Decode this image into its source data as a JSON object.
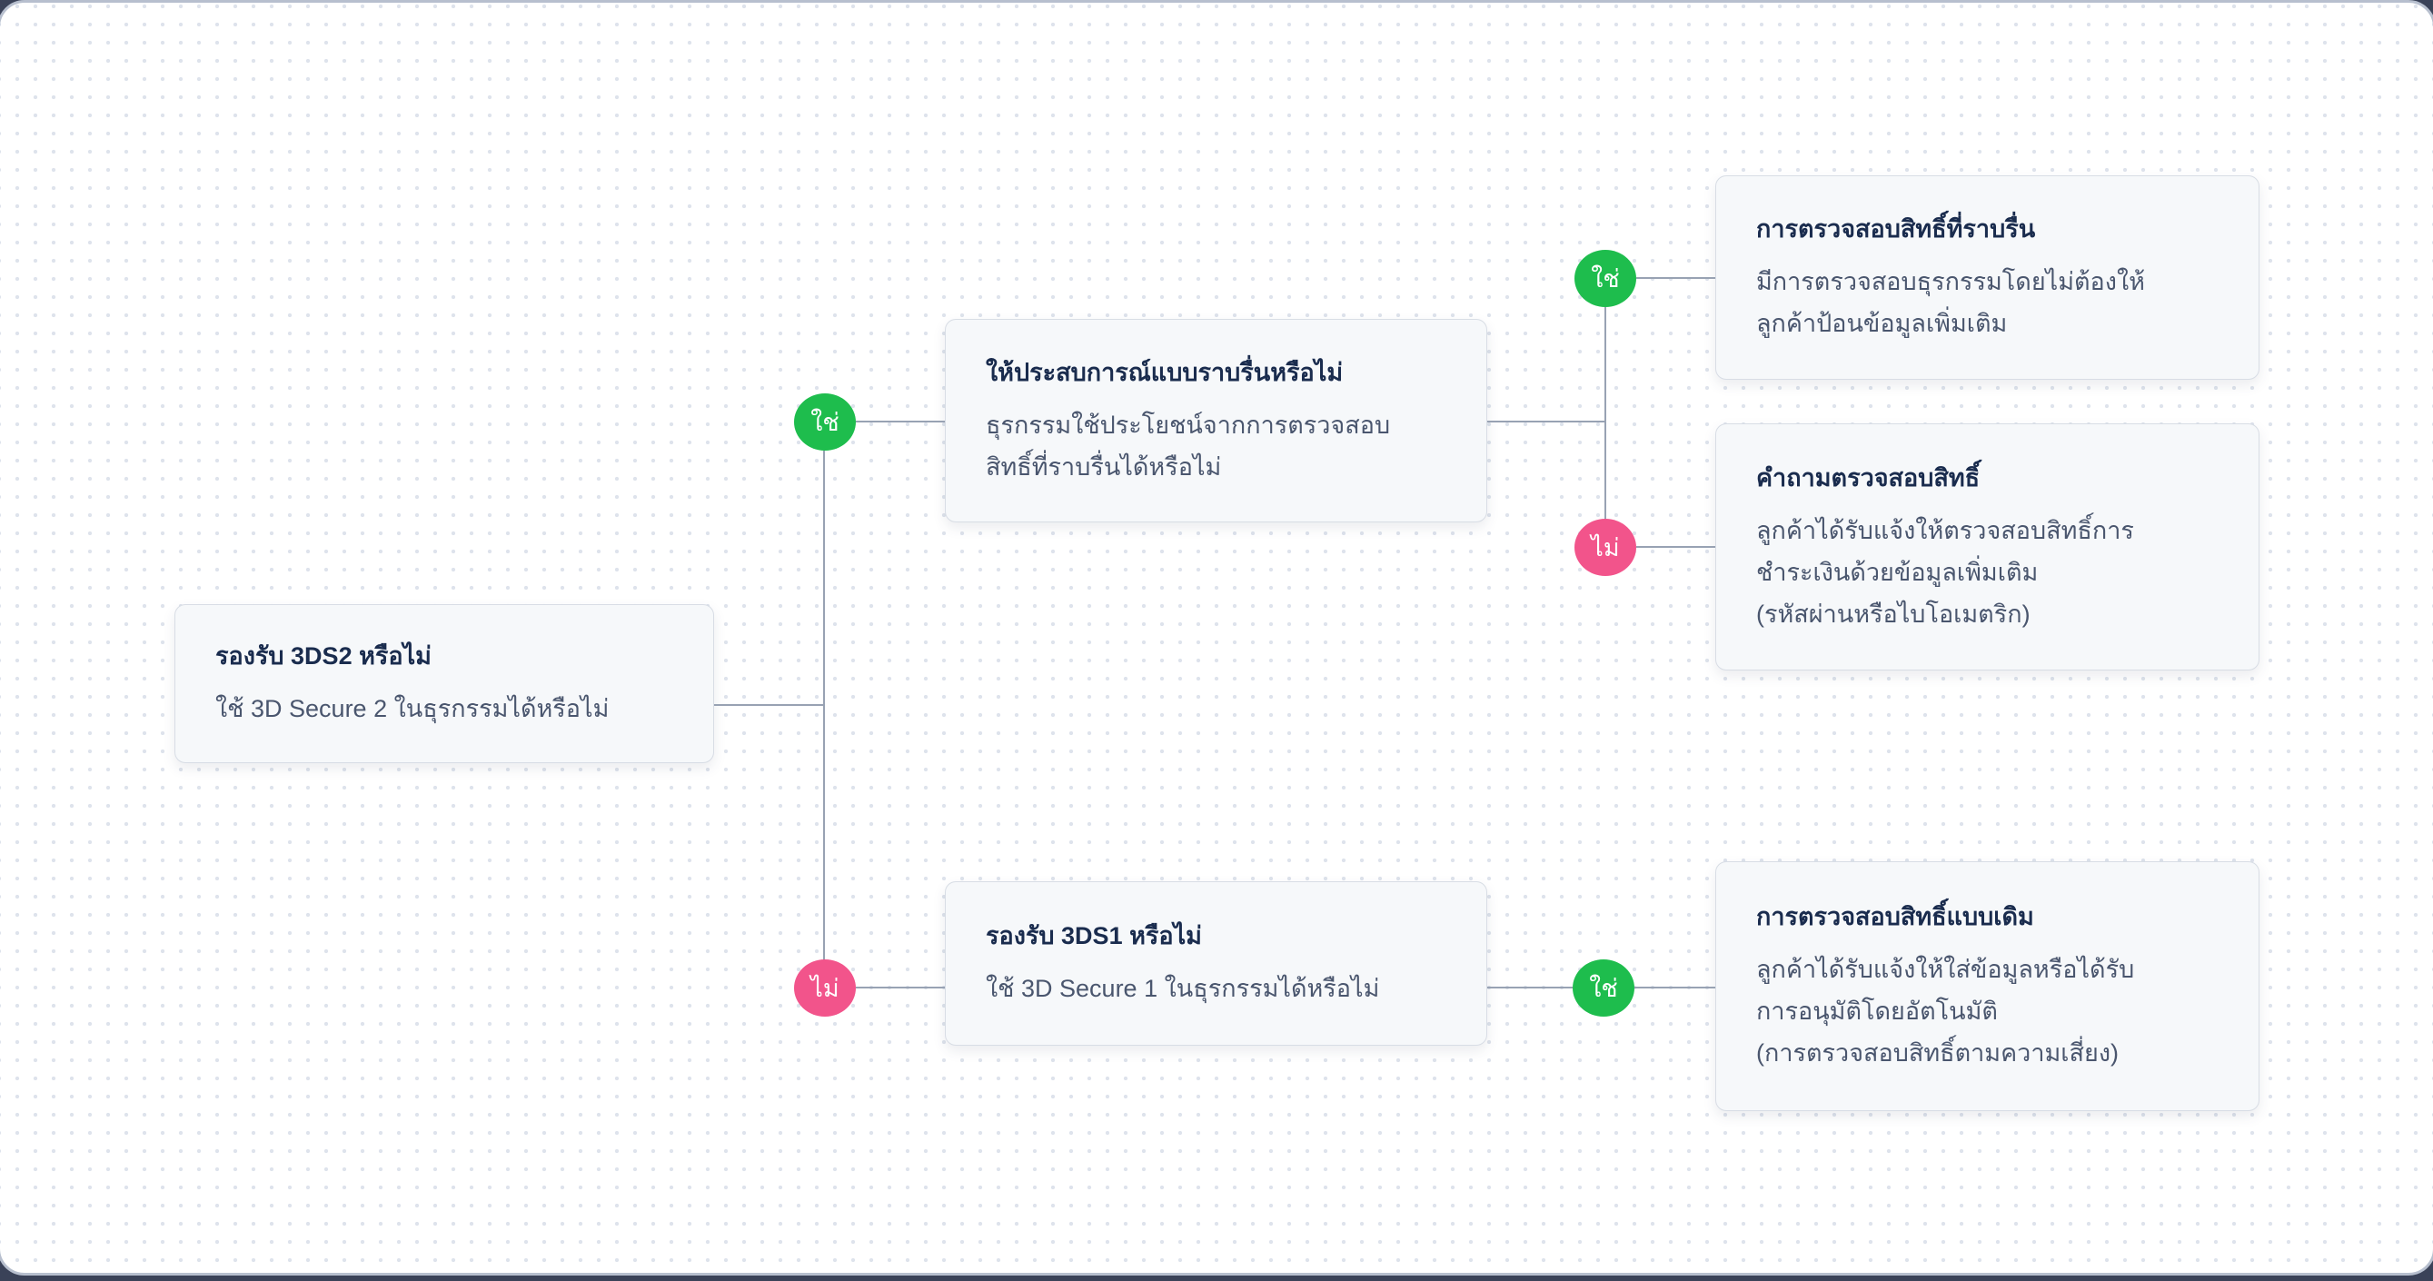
{
  "colors": {
    "frame_bg": "#3a4258",
    "frame_border": "#b7bfce",
    "canvas_bg": "#ffffff",
    "dot": "#dee3ec",
    "node_bg": "#f6f8fa",
    "node_title": "#1a2c4e",
    "node_body": "#4a566e",
    "connector": "#98a2b3",
    "yes_badge": "#1ebd4d",
    "no_badge": "#f2548b"
  },
  "labels": {
    "yes": "ใช่",
    "no": "ไม่"
  },
  "nodes": {
    "q_3ds2": {
      "title": "รองรับ 3DS2 หรือไม่",
      "body": "ใช้ 3D Secure 2 ในธุรกรรมได้หรือไม่"
    },
    "q_frictionless": {
      "title": "ให้ประสบการณ์แบบราบรื่นหรือไม่",
      "body": "ธุรกรรมใช้ประโยชน์จากการตรวจสอบ\nสิทธิ์ที่ราบรื่นได้หรือไม่"
    },
    "q_3ds1": {
      "title": "รองรับ 3DS1 หรือไม่",
      "body": "ใช้ 3D Secure 1 ในธุรกรรมได้หรือไม่"
    },
    "frictionless_auth": {
      "title": "การตรวจสอบสิทธิ์ที่ราบรื่น",
      "body": "มีการตรวจสอบธุรกรรมโดยไม่ต้องให้\nลูกค้าป้อนข้อมูลเพิ่มเติม"
    },
    "challenge_auth": {
      "title": "คำถามตรวจสอบสิทธิ์",
      "body": "ลูกค้าได้รับแจ้งให้ตรวจสอบสิทธิ์การ\nชำระเงินด้วยข้อมูลเพิ่มเติม\n(รหัสผ่านหรือไบโอเมตริก)"
    },
    "traditional_auth": {
      "title": "การตรวจสอบสิทธิ์แบบเดิม",
      "body": "ลูกค้าได้รับแจ้งให้ใส่ข้อมูลหรือได้รับ\nการอนุมัติโดยอัตโนมัติ\n(การตรวจสอบสิทธิ์ตามความเสี่ยง)"
    }
  }
}
